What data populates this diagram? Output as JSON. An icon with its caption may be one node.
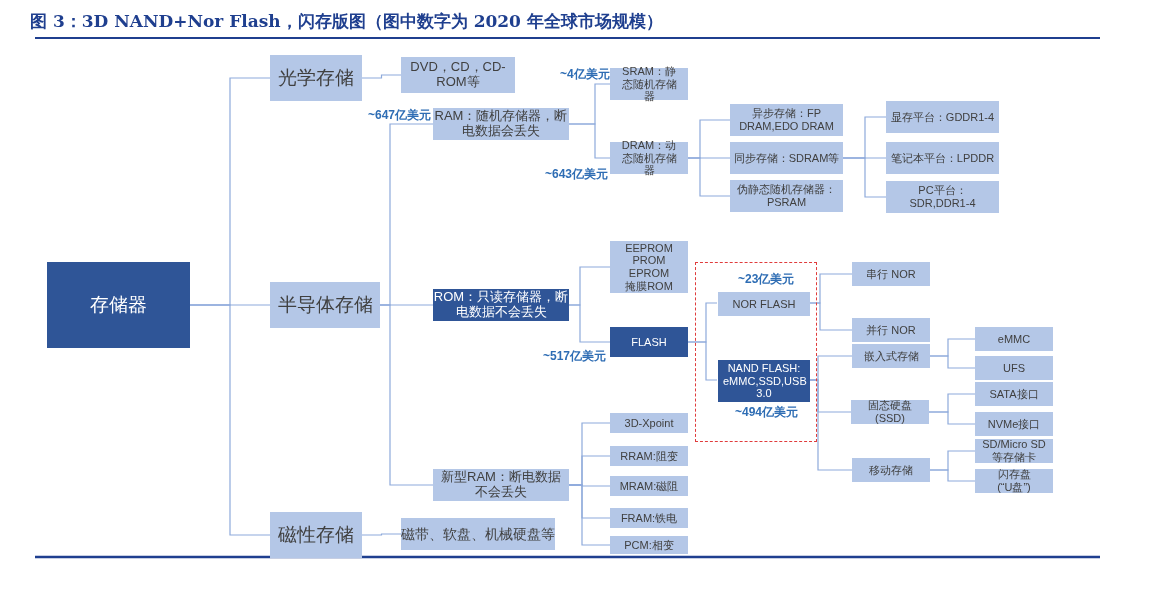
{
  "diagram": {
    "title": "图 3：3D NAND+Nor Flash，闪存版图（图中数字为 2020 年全球市场规模）",
    "nodes": [
      {
        "text": [
          "存储器"
        ]
      },
      {
        "text": [
          "光学存储"
        ]
      },
      {
        "text": [
          "半导体存储"
        ]
      },
      {
        "text": [
          "磁性存储"
        ]
      },
      {
        "text": [
          "DVD，CD，CD-ROM等"
        ]
      },
      {
        "text": [
          "RAM：随机存储器，断电数据会丢失"
        ],
        "beside": [
          "~647亿美元"
        ]
      },
      {
        "text": [
          "ROM：只读存储器，断电数据不会丢失"
        ]
      },
      {
        "text": [
          "新型RAM：断电数据不会丢失"
        ]
      },
      {
        "text": [
          "磁带、软盘、机械硬盘等"
        ]
      },
      {
        "text": [
          "SRAM：静态随机存储器"
        ],
        "beside": [
          "~4亿美元"
        ]
      },
      {
        "text": [
          "DRAM：动态随机存储器"
        ],
        "beside": [
          "~643亿美元"
        ]
      },
      {
        "text": [
          "异步存储：FP DRAM,EDO DRAM"
        ]
      },
      {
        "text": [
          "同步存储：SDRAM等"
        ]
      },
      {
        "text": [
          "伪静态随机存储器：PSRAM"
        ]
      },
      {
        "text": [
          "显存平台：GDDR1-4"
        ]
      },
      {
        "text": [
          "笔记本平台：LPDDR"
        ]
      },
      {
        "text": [
          "PC平台：SDR,DDR1-4"
        ]
      },
      {
        "text": [
          "EEPROM PROM EPROM 掩膜ROM"
        ]
      },
      {
        "text": [
          "FLASH"
        ],
        "beside": [
          "~517亿美元"
        ]
      },
      {
        "text": [],
        "shape": "box"
      },
      {
        "text": [
          "NOR FLASH"
        ],
        "in": 19,
        "beside": [
          "~23亿美元"
        ]
      },
      {
        "text": [
          "NAND FLASH: eMMC,SSD,USB 3.0"
        ],
        "in": 19,
        "beside": [
          "~494亿美元"
        ]
      },
      {
        "text": [
          "串行 NOR"
        ]
      },
      {
        "text": [
          "并行 NOR"
        ]
      },
      {
        "text": [
          "嵌入式存储"
        ]
      },
      {
        "text": [
          "固态硬盘 (SSD)"
        ]
      },
      {
        "text": [
          "移动存储"
        ]
      },
      {
        "text": [
          "eMMC"
        ]
      },
      {
        "text": [
          "UFS"
        ]
      },
      {
        "text": [
          "SATA接口"
        ]
      },
      {
        "text": [
          "NVMe接口"
        ]
      },
      {
        "text": [
          "SD/Micro SD 等存储卡"
        ]
      },
      {
        "text": [
          "闪存盘 (“U盘”)"
        ]
      },
      {
        "text": [
          "3D-Xpoint"
        ]
      },
      {
        "text": [
          "RRAM:阻变"
        ]
      },
      {
        "text": [
          "MRAM:磁阻"
        ]
      },
      {
        "text": [
          "FRAM:铁电"
        ]
      },
      {
        "text": [
          "PCM:相变"
        ]
      }
    ],
    "edges": [
      {
        "from": 0,
        "to": 1,
        "arrow": "none"
      },
      {
        "from": 0,
        "to": 2,
        "arrow": "none"
      },
      {
        "from": 0,
        "to": 3,
        "arrow": "none"
      },
      {
        "from": 1,
        "to": 4,
        "arrow": "none"
      },
      {
        "from": 2,
        "to": 5,
        "arrow": "none"
      },
      {
        "from": 2,
        "to": 6,
        "arrow": "none"
      },
      {
        "from": 2,
        "to": 7,
        "arrow": "none"
      },
      {
        "from": 3,
        "to": 8,
        "arrow": "none"
      },
      {
        "from": 5,
        "to": 9,
        "arrow": "none"
      },
      {
        "from": 5,
        "to": 10,
        "arrow": "none"
      },
      {
        "from": 10,
        "to": 11,
        "arrow": "none"
      },
      {
        "from": 10,
        "to": 12,
        "arrow": "none"
      },
      {
        "from": 10,
        "to": 13,
        "arrow": "none"
      },
      {
        "from": 12,
        "to": 14,
        "arrow": "none"
      },
      {
        "from": 12,
        "to": 15,
        "arrow": "none"
      },
      {
        "from": 12,
        "to": 16,
        "arrow": "none"
      },
      {
        "from": 6,
        "to": 17,
        "arrow": "none"
      },
      {
        "from": 6,
        "to": 18,
        "arrow": "none"
      },
      {
        "from": 18,
        "to": 20,
        "arrow": "none"
      },
      {
        "from": 18,
        "to": 21,
        "arrow": "none"
      },
      {
        "from": 20,
        "to": 22,
        "arrow": "none"
      },
      {
        "from": 20,
        "to": 23,
        "arrow": "none"
      },
      {
        "from": 21,
        "to": 24,
        "arrow": "none"
      },
      {
        "from": 21,
        "to": 25,
        "arrow": "none"
      },
      {
        "from": 21,
        "to": 26,
        "arrow": "none"
      },
      {
        "from": 24,
        "to": 27,
        "arrow": "none"
      },
      {
        "from": 24,
        "to": 28,
        "arrow": "none"
      },
      {
        "from": 25,
        "to": 29,
        "arrow": "none"
      },
      {
        "from": 25,
        "to": 30,
        "arrow": "none"
      },
      {
        "from": 26,
        "to": 31,
        "arrow": "none"
      },
      {
        "from": 26,
        "to": 32,
        "arrow": "none"
      },
      {
        "from": 7,
        "to": 33,
        "arrow": "none"
      },
      {
        "from": 7,
        "to": 34,
        "arrow": "none"
      },
      {
        "from": 7,
        "to": 35,
        "arrow": "none"
      },
      {
        "from": 7,
        "to": 36,
        "arrow": "none"
      },
      {
        "from": 7,
        "to": 37,
        "arrow": "none"
      }
    ]
  }
}
